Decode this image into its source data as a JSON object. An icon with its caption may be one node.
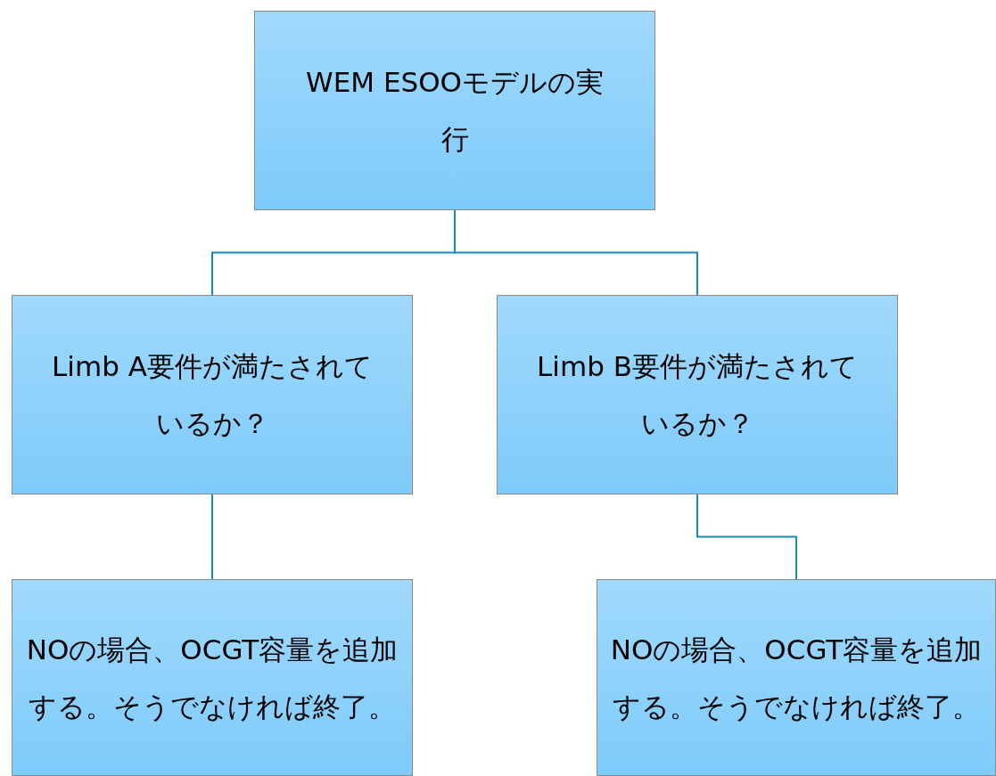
{
  "diagram": {
    "nodes": [
      {
        "text": [
          "WEM ESOOモデルの実行"
        ]
      },
      {
        "text": [
          "Limb A要件が満たされているか？"
        ]
      },
      {
        "text": [
          "Limb B要件が満たされているか？"
        ]
      },
      {
        "text": [
          "NOの場合、OCGT容量を追加する。そうでなければ終了。"
        ]
      },
      {
        "text": [
          "NOの場合、OCGT容量を追加する。そうでなければ終了。"
        ]
      }
    ],
    "edges": [
      {
        "from": 0,
        "to": 1,
        "arrow": "none"
      },
      {
        "from": 0,
        "to": 2,
        "arrow": "none"
      },
      {
        "from": 1,
        "to": 3,
        "arrow": "none"
      },
      {
        "from": 2,
        "to": 4,
        "arrow": "none"
      }
    ]
  }
}
